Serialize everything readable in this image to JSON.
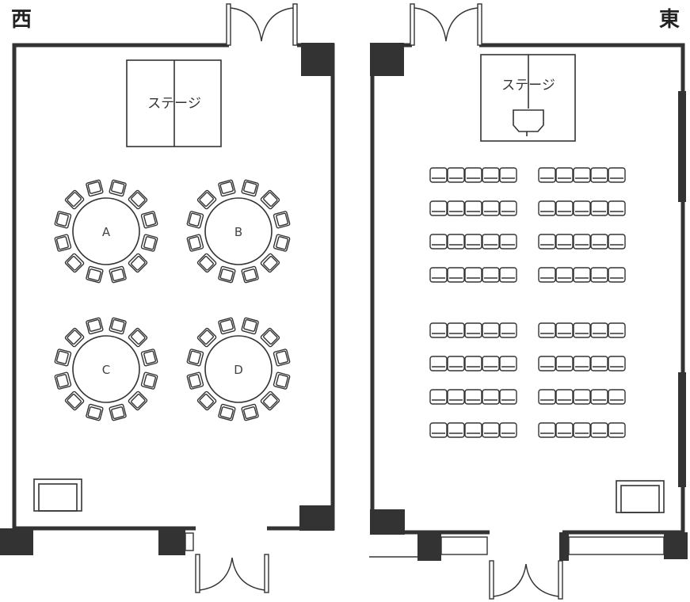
{
  "west_room": {
    "label": "西",
    "stage_label": "ステージ",
    "tables": [
      {
        "label": "A",
        "chairs": 12
      },
      {
        "label": "B",
        "chairs": 12
      },
      {
        "label": "C",
        "chairs": 12
      },
      {
        "label": "D",
        "chairs": 12
      }
    ]
  },
  "east_room": {
    "label": "東",
    "stage_label": "ステージ",
    "seat_groups": [
      {
        "rows": 4,
        "seats_per_row": 5
      },
      {
        "rows": 4,
        "seats_per_row": 5
      },
      {
        "rows": 4,
        "seats_per_row": 5
      },
      {
        "rows": 4,
        "seats_per_row": 5
      }
    ]
  },
  "colors": {
    "line": "#333333",
    "background": "#ffffff"
  }
}
